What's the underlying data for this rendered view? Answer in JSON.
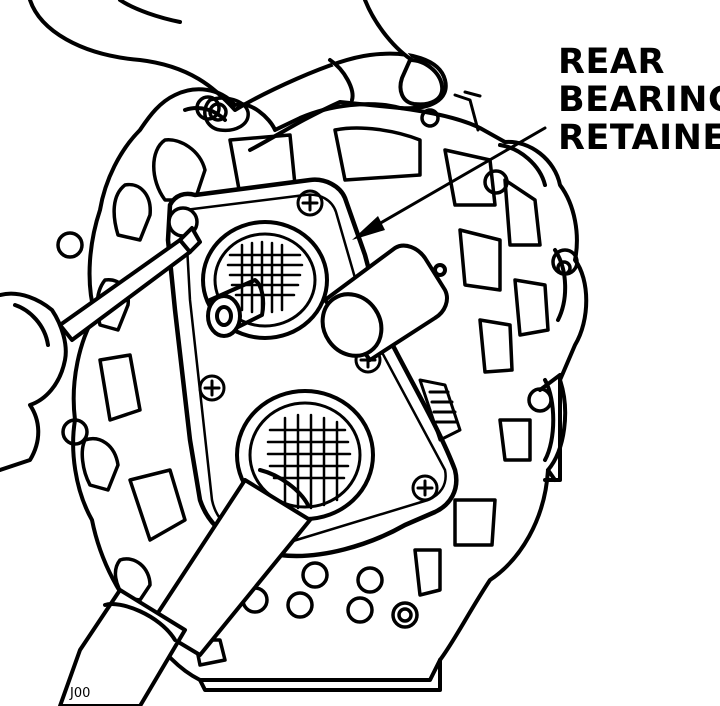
{
  "callout": {
    "line1": "REAR",
    "line2": "BEARING",
    "line3": "RETAINER"
  },
  "figure_code": "J00"
}
